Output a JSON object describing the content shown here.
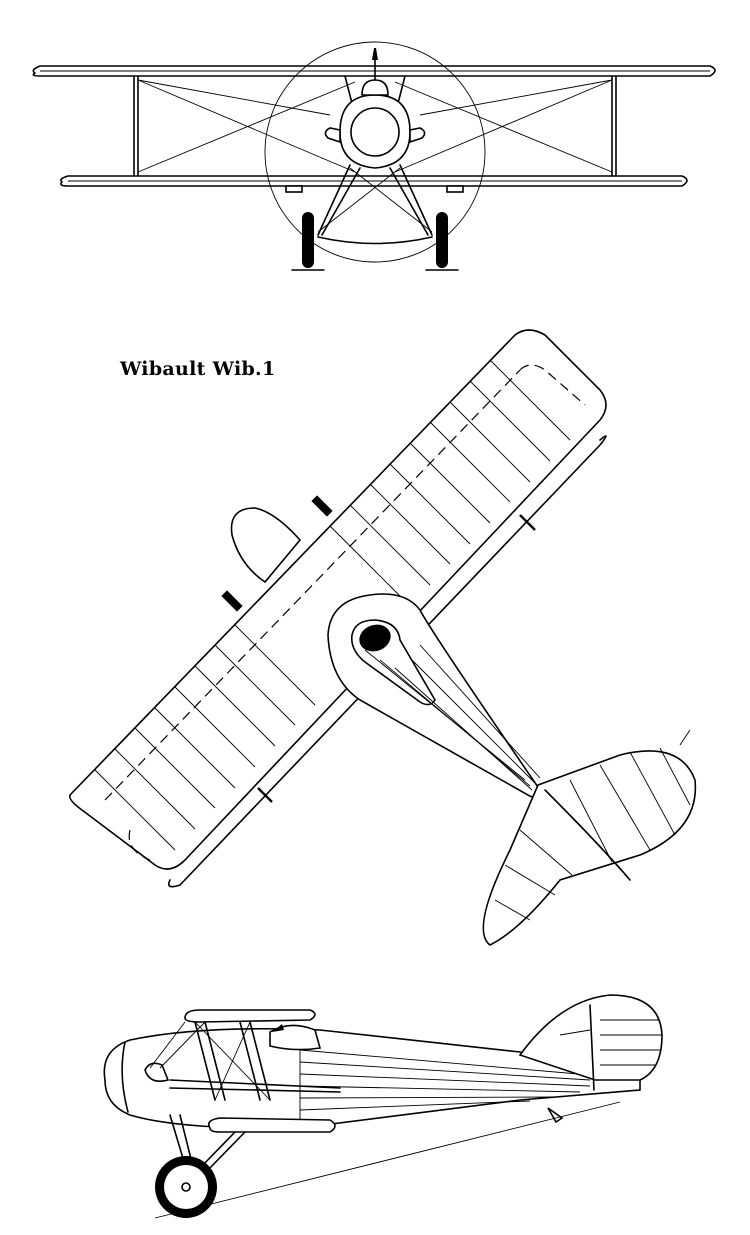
{
  "drawing": {
    "title": "Wibault Wib.1",
    "views": [
      "front-view",
      "top-view",
      "side-view"
    ]
  }
}
